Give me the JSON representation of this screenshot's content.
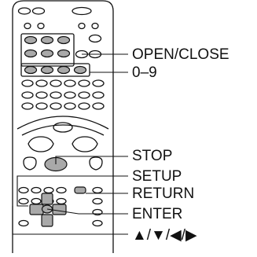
{
  "callouts": {
    "open_close": "OPEN/CLOSE",
    "digits": "0–9",
    "stop": "STOP",
    "setup": "SETUP",
    "return": "RETURN",
    "enter": "ENTER",
    "arrows": "▲/▼/◀/▶"
  },
  "colors": {
    "outline": "#111111",
    "highlight": "#a9a9a9",
    "background": "#ffffff"
  }
}
